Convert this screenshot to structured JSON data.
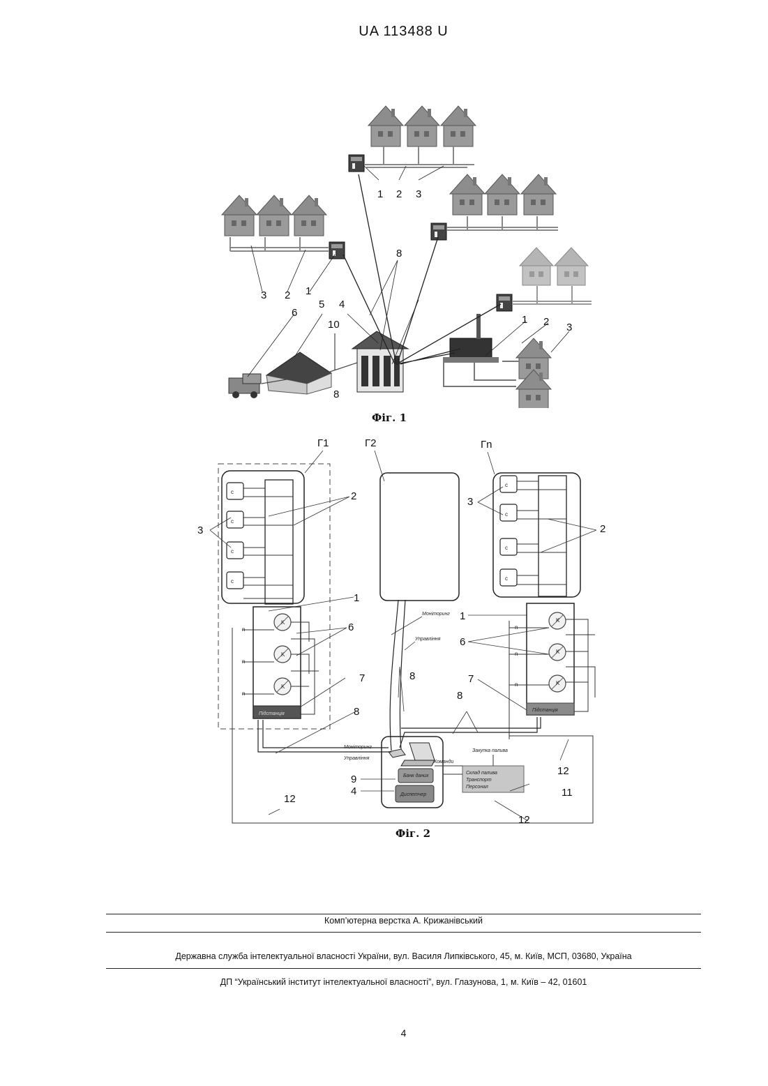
{
  "header": {
    "doc_number": "UA   113488   U"
  },
  "figure1": {
    "caption": "Фіг. 1",
    "labels": [
      "1",
      "2",
      "3",
      "3",
      "2",
      "1",
      "8",
      "6",
      "5",
      "4",
      "10",
      "8",
      "1",
      "2",
      "3"
    ]
  },
  "figure2": {
    "caption": "Фіг. 2",
    "groups": {
      "g1": "Г1",
      "g2": "Г2",
      "gn": "Гn"
    },
    "consumer_symbol": "c",
    "meter_symbol": "K",
    "feed_symbol": "n",
    "text": {
      "monitoring_top": "Моніторинг",
      "control_top": "Управління",
      "monitoring_bottom": "Моніторинг",
      "control_bottom": "Управління",
      "commands": "Команди",
      "fuel_purchase": "Закупка палива",
      "warehouse_lines": [
        "Склад палива",
        "Транспорт",
        "Персонал"
      ],
      "database": "Банк даних",
      "dispatcher": "Диспетчер",
      "substation_left": "Підстанція",
      "substation_right": "Підстанція"
    },
    "labels": {
      "left_3": "3",
      "left_2": "2",
      "left_1": "1",
      "left_6": "6",
      "left_7": "7",
      "left_8": "8",
      "center_8": "8",
      "left_12": "12",
      "left_9": "9",
      "left_4": "4",
      "right_3": "3",
      "right_2": "2",
      "right_1": "1",
      "right_6": "6",
      "right_7": "7",
      "right_8": "8",
      "right_12_top": "12",
      "right_11": "11",
      "right_12_bottom": "12"
    }
  },
  "footer": {
    "layout": "Комп’ютерна верстка А. Крижанівський",
    "agency": "Державна служба інтелектуальної власності України, вул. Василя Липківського, 45, м. Київ, МСП, 03680, Україна",
    "institute": "ДП “Український інститут інтелектуальної власності”, вул. Глазунова, 1, м. Київ – 42, 01601"
  },
  "page_number": "4"
}
